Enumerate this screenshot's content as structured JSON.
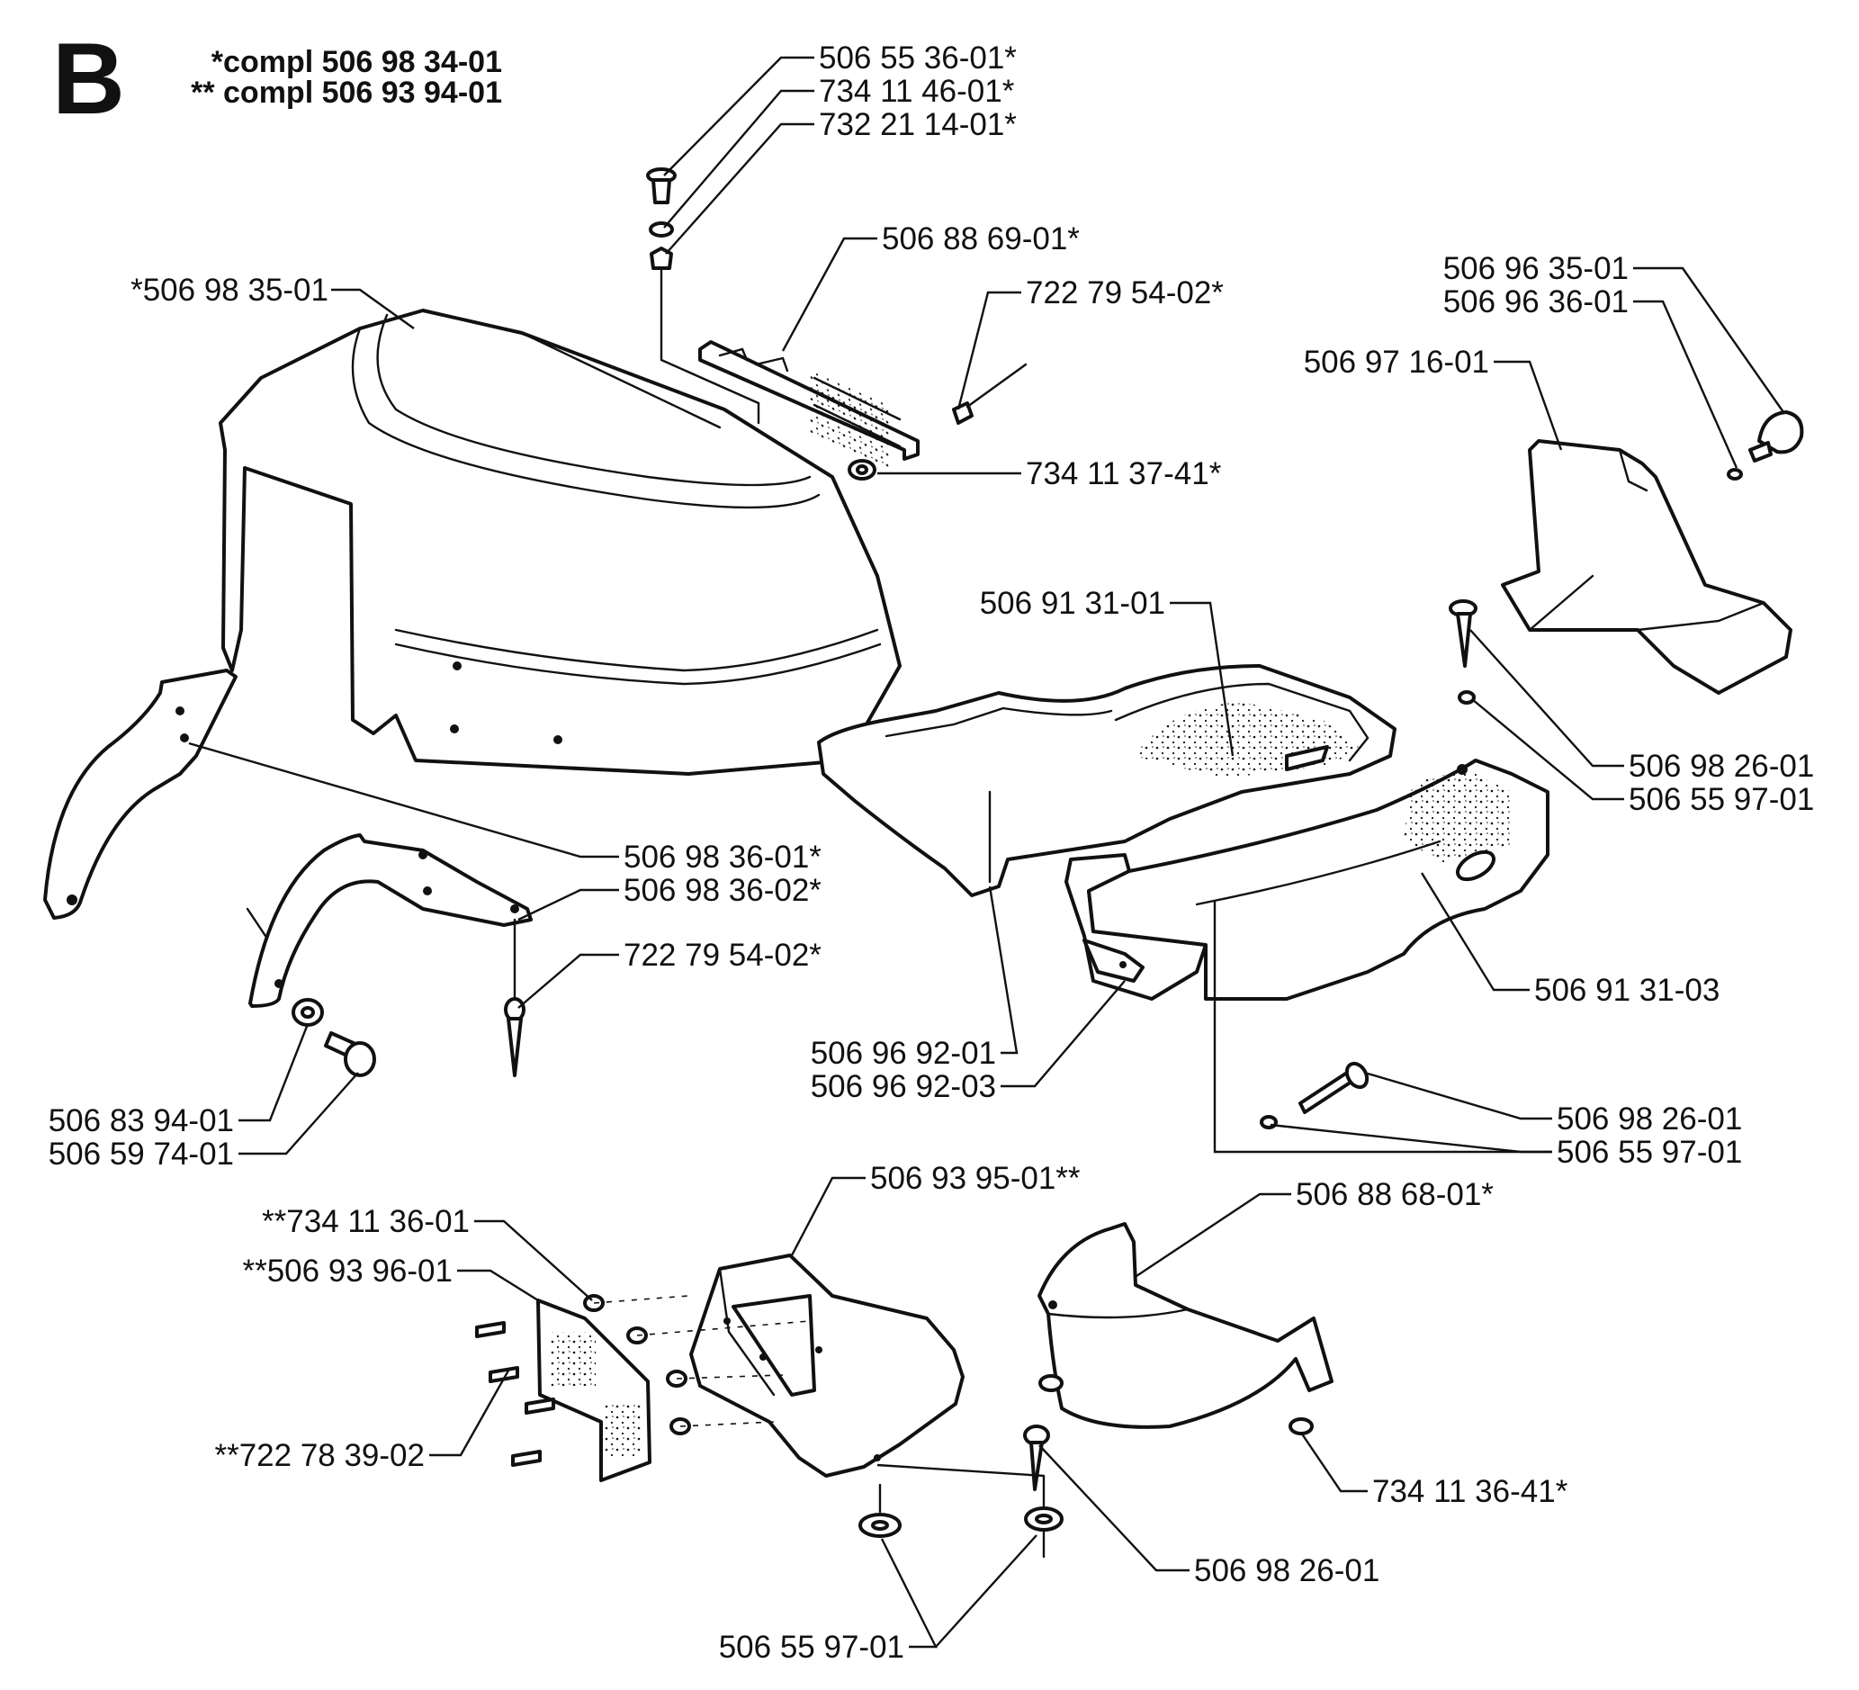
{
  "section": {
    "letter": "B"
  },
  "header": {
    "compl_1": "*compl 506 98 34-01",
    "compl_2": "** compl 506 93 94-01"
  },
  "labels": {
    "p_506553601": "506 55 36-01*",
    "p_734114601": "734 11 46-01*",
    "p_732211401": "732 21 14-01*",
    "p_506886901": "506 88 69-01*",
    "p_722795402_top": "722 79 54-02*",
    "p_734113741": "734 11 37-41*",
    "p_506983501": "*506 98 35-01",
    "p_506963501": "506 96 35-01",
    "p_506963601": "506 96 36-01",
    "p_506971601": "506 97 16-01",
    "p_506913101": "506 91 31-01",
    "p_506982601_right": "506 98 26-01",
    "p_506559701_right": "506 55 97-01",
    "p_506983601": "506 98 36-01*",
    "p_506983602": "506 98 36-02*",
    "p_722795402_mid": "722 79 54-02*",
    "p_506913103": "506 91 31-03",
    "p_506969201": "506 96 92-01",
    "p_506969203": "506 96 92-03",
    "p_506982601_mid": "506 98 26-01",
    "p_506559701_mid": "506 55 97-01",
    "p_506839401": "506 83 94-01",
    "p_506597401": "506 59 74-01",
    "p_506939501": "506 93 95-01**",
    "p_506886801": "506 88 68-01*",
    "p_734113601": "**734 11 36-01",
    "p_506939601": "**506 93 96-01",
    "p_722783902": "**722 78 39-02",
    "p_734113641": "734 11 36-41*",
    "p_506982601_bottom": "506 98 26-01",
    "p_506559701_bottom": "506 55 97-01"
  }
}
